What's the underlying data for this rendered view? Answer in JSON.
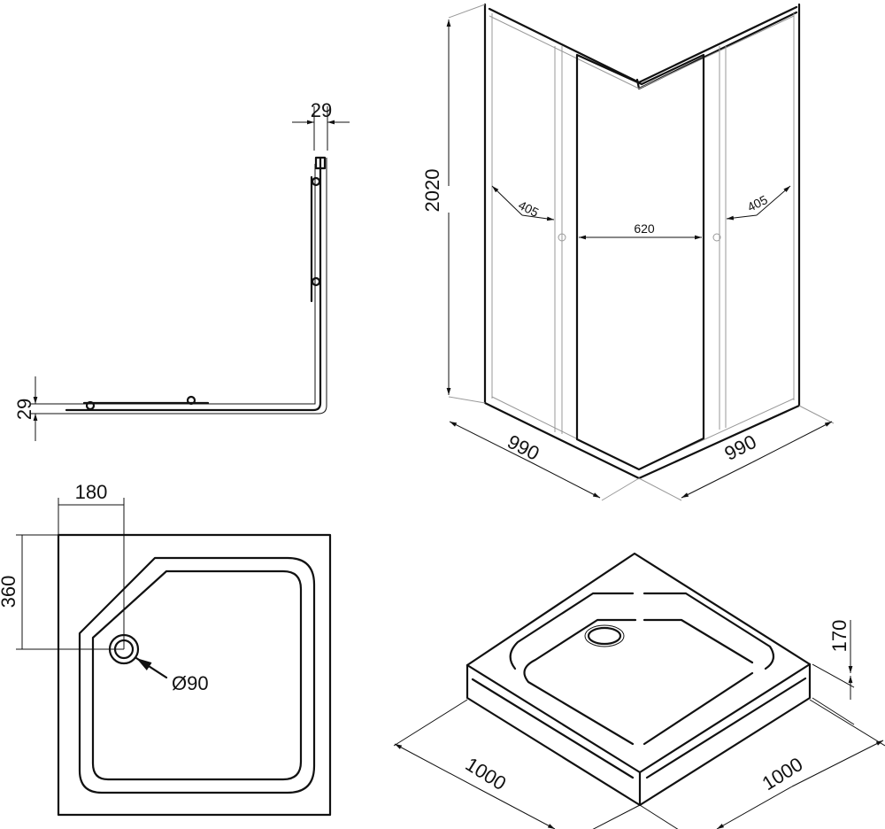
{
  "profile_plan": {
    "top_offset": "29",
    "left_offset": "29"
  },
  "enclosure": {
    "height": "2020",
    "left_width": "990",
    "right_width": "990",
    "left_fixed_panel": "405",
    "door_opening": "620",
    "right_fixed_panel": "405"
  },
  "tray_plan": {
    "drain_x_offset": "180",
    "drain_y_offset": "360",
    "drain_diameter": "Ø90"
  },
  "tray_iso": {
    "height": "170",
    "left_length": "1000",
    "right_length": "1000"
  },
  "colors": {
    "line": "#111111",
    "thin_line": "#999999",
    "background": "#ffffff"
  }
}
